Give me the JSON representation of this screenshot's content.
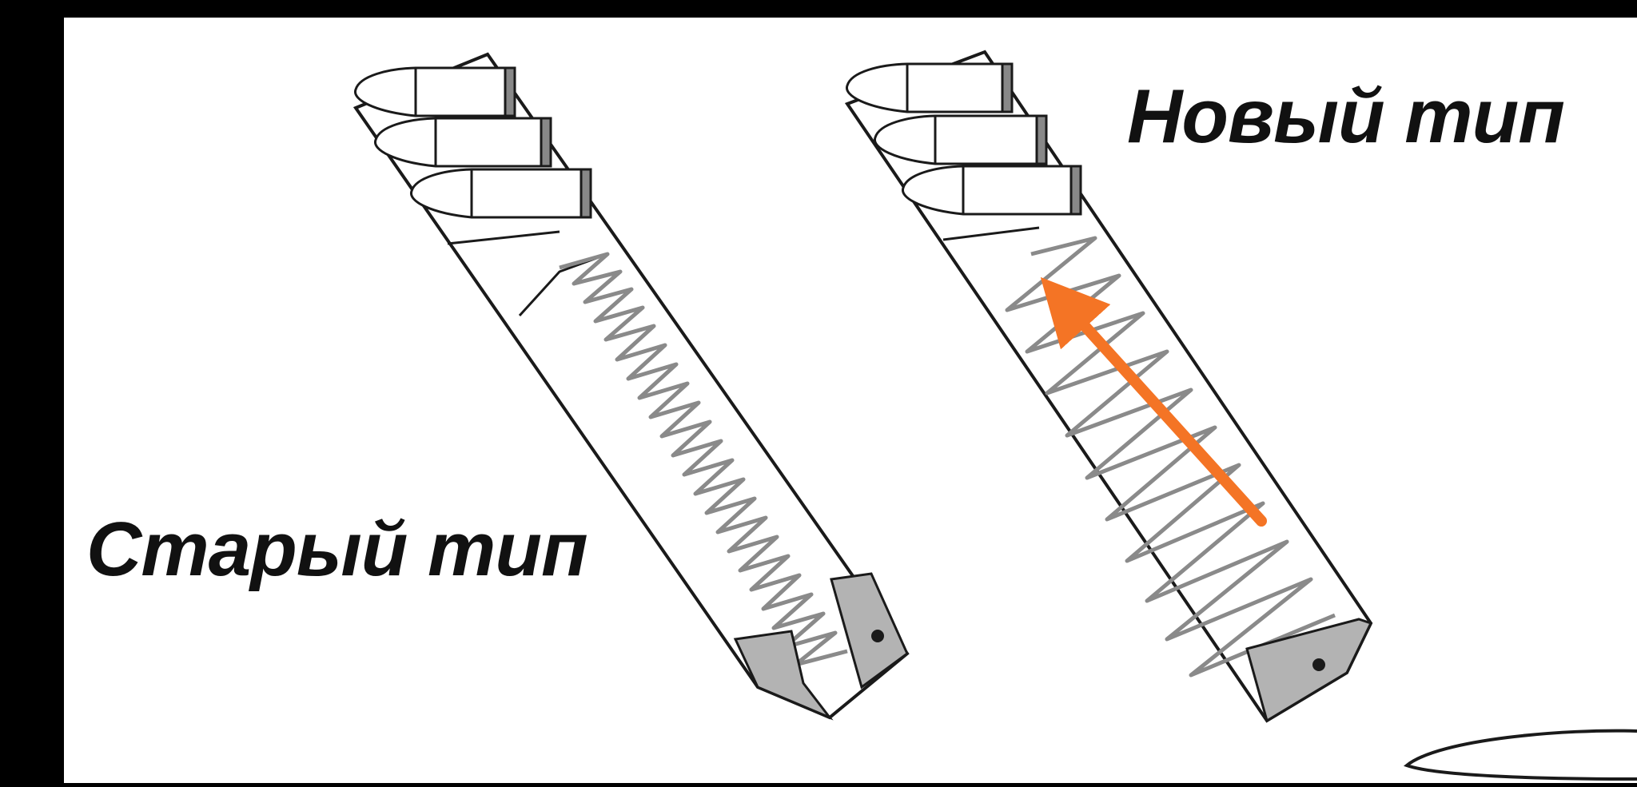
{
  "labels": {
    "new_type": "Новый тип",
    "old_type": "Старый тип"
  },
  "colors": {
    "background": "#000000",
    "board": "#ffffff",
    "outline": "#1a1a1a",
    "spring": "#8a8a8a",
    "follower": "#b3b3b3",
    "arrow": "#f47425"
  },
  "diagrams": [
    {
      "name": "old-magazine",
      "cartridges": 3,
      "spring": "tight-coil"
    },
    {
      "name": "new-magazine",
      "cartridges": 3,
      "spring": "wide-zigzag"
    }
  ],
  "annotation": {
    "icon": "arrow-up-left-icon",
    "meaning": "spring force direction"
  }
}
